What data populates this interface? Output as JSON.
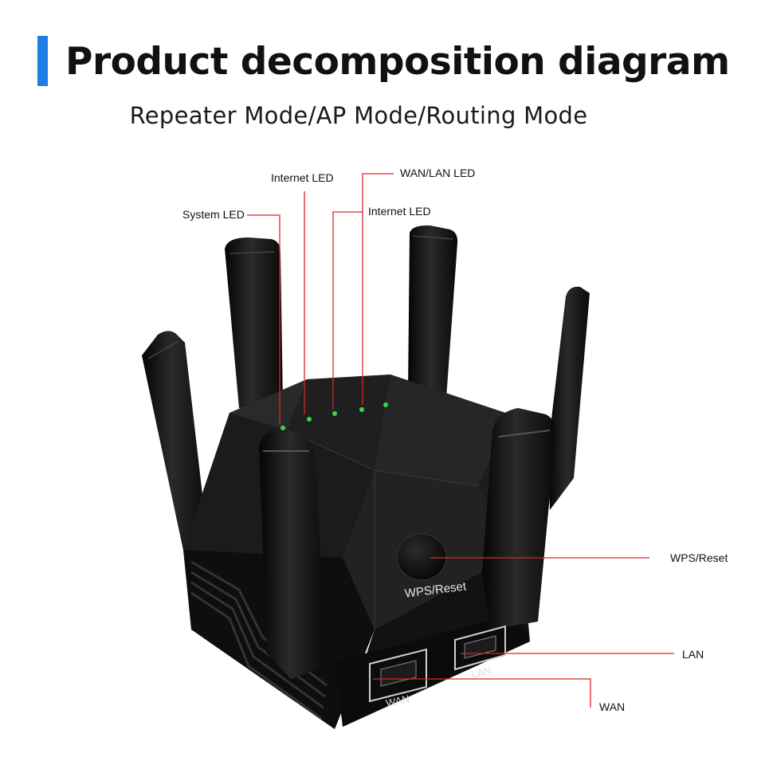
{
  "header": {
    "title": "Product decomposition diagram",
    "subtitle": "Repeater Mode/AP Mode/Routing Mode",
    "accent_color": "#1a7fe0"
  },
  "callouts": {
    "system_led": "System LED",
    "internet_led_top": "Internet LED",
    "internet_led": "Internet LED",
    "wan_lan_led": "WAN/LAN LED",
    "wps_reset": "WPS/Reset",
    "lan": "LAN",
    "wan": "WAN"
  },
  "device": {
    "button_label": "WPS/Reset",
    "wan_port_label": "WAN",
    "lan_port_label": "LAN",
    "body_color": "#151515",
    "led_color": "#39d84a",
    "leader_color": "#d8262c"
  }
}
